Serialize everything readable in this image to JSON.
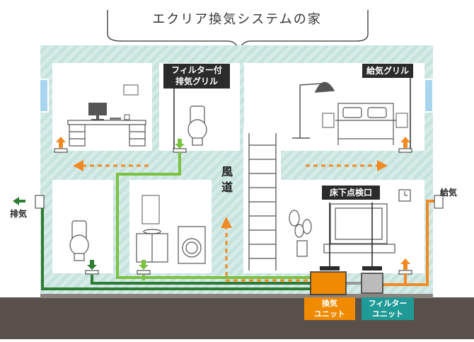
{
  "title": "エクリア換気システムの家",
  "callouts": {
    "exhaust_grille_filter": [
      "フィルター付",
      "排気グリル"
    ],
    "supply_grille": "給気グリル",
    "underfloor_hatch": "床下点検口"
  },
  "duct_label": [
    "風",
    "道"
  ],
  "outside": {
    "exhaust": "排気",
    "supply": "給気"
  },
  "units": {
    "ventilation_unit": [
      "換気",
      "ユニット"
    ],
    "filter_unit": [
      "フィルター",
      "ユニット"
    ]
  },
  "colors": {
    "stripe_light": "#d7ece9",
    "stripe_dark": "#c3e1dc",
    "exhaust_green": "#2e7d32",
    "exhaust_light_green": "#7cc242",
    "supply_orange": "#f08a24",
    "ventilation_unit": "#f08a00",
    "filter_unit": "#1f9a96",
    "foundation": "#5a504b",
    "callout": "#2b2b2b"
  }
}
